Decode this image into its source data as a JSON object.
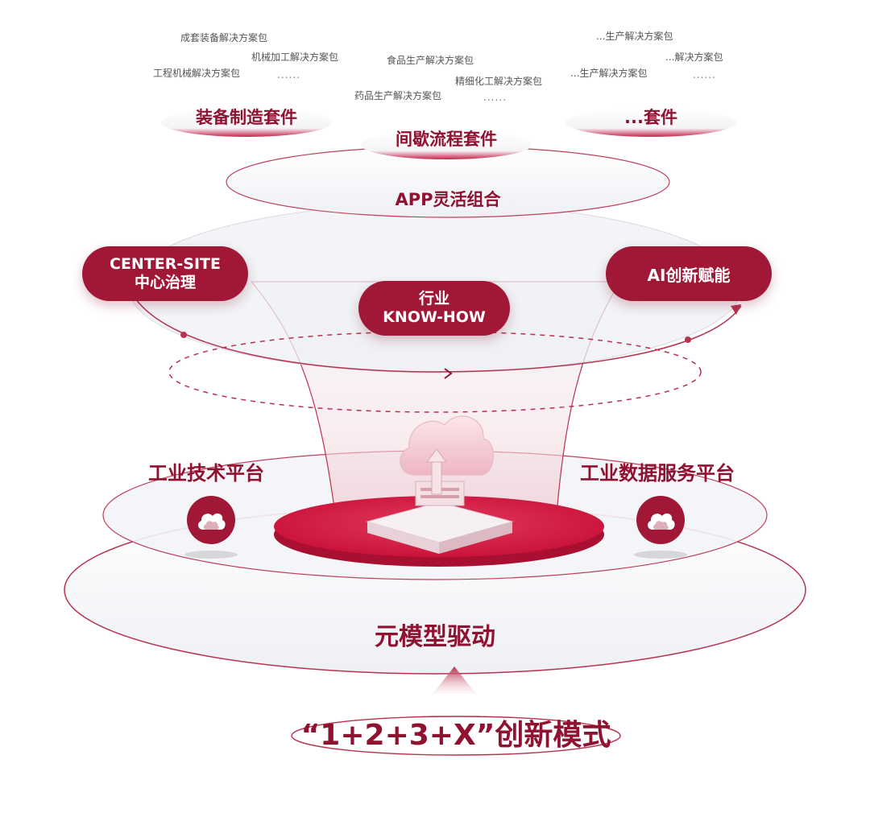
{
  "packages": [
    {
      "id": "p1",
      "text": "成套装备解决方案包"
    },
    {
      "id": "p2",
      "text": "机械加工解决方案包"
    },
    {
      "id": "p3",
      "text": "工程机械解决方案包"
    },
    {
      "id": "p4",
      "text": "食品生产解决方案包"
    },
    {
      "id": "p5",
      "text": "精细化工解决方案包"
    },
    {
      "id": "p6",
      "text": "药品生产解决方案包"
    },
    {
      "id": "p7",
      "text": "...生产解决方案包"
    },
    {
      "id": "p8",
      "text": "...解决方案包"
    },
    {
      "id": "p9",
      "text": "...生产解决方案包"
    }
  ],
  "ellipsis": "......",
  "kits": {
    "equipment": "装备制造套件",
    "intermittent": "间歇流程套件",
    "more": "...套件"
  },
  "app_layer": "APP灵活组合",
  "pills": {
    "center_site_line1": "CENTER-SITE",
    "center_site_line2": "中心治理",
    "industry_line1": "行业",
    "industry_line2": "KNOW-HOW",
    "ai": "AI创新赋能"
  },
  "platforms": {
    "tech": "工业技术平台",
    "data": "工业数据服务平台"
  },
  "base_layer": "元模型驱动",
  "model_title": "“1+2+3+X”创新模式",
  "colors": {
    "primary": "#a01836",
    "title": "#8f1230",
    "disc": "#d3143e"
  },
  "icons": [
    "cloud-icon",
    "cloud-upload-icon",
    "arrow-right-icon",
    "arrow-up-icon"
  ]
}
